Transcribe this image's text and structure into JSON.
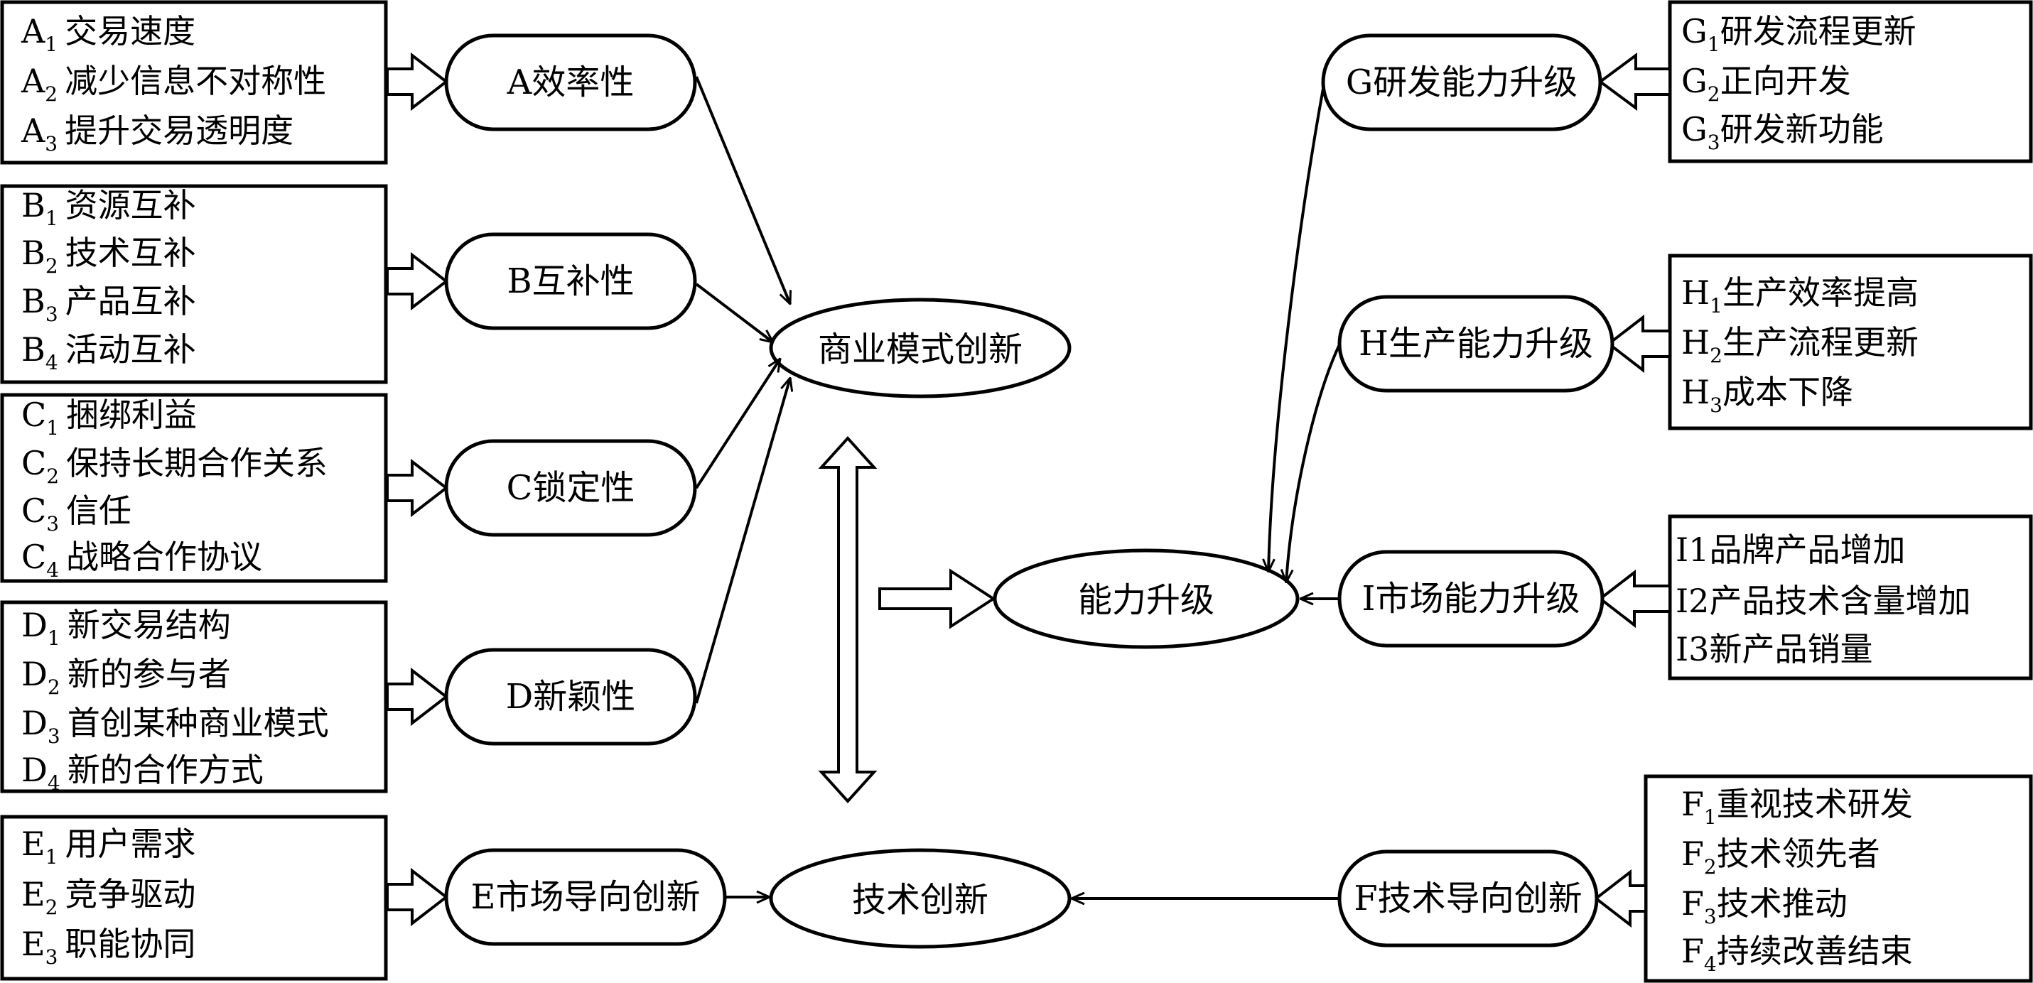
{
  "left_groups": [
    {
      "id": "A",
      "items": [
        {
          "prefix": "A",
          "sub": "1",
          "text": "交易速度"
        },
        {
          "prefix": "A",
          "sub": "2",
          "text": "减少信息不对称性"
        },
        {
          "prefix": "A",
          "sub": "3",
          "text": "提升交易透明度"
        }
      ],
      "node": "A效率性"
    },
    {
      "id": "B",
      "items": [
        {
          "prefix": "B",
          "sub": "1",
          "text": "资源互补"
        },
        {
          "prefix": "B",
          "sub": "2",
          "text": "技术互补"
        },
        {
          "prefix": "B",
          "sub": "3",
          "text": "产品互补"
        },
        {
          "prefix": "B",
          "sub": "4",
          "text": "活动互补"
        }
      ],
      "node": "B互补性"
    },
    {
      "id": "C",
      "items": [
        {
          "prefix": "C",
          "sub": "1",
          "text": "捆绑利益"
        },
        {
          "prefix": "C",
          "sub": "2",
          "text": "保持长期合作关系"
        },
        {
          "prefix": "C",
          "sub": "3",
          "text": "信任"
        },
        {
          "prefix": "C",
          "sub": "4",
          "text": "战略合作协议"
        }
      ],
      "node": "C锁定性"
    },
    {
      "id": "D",
      "items": [
        {
          "prefix": "D",
          "sub": "1",
          "text": "新交易结构"
        },
        {
          "prefix": "D",
          "sub": "2",
          "text": "新的参与者"
        },
        {
          "prefix": "D",
          "sub": "3",
          "text": "首创某种商业模式"
        },
        {
          "prefix": "D",
          "sub": "4",
          "text": "新的合作方式"
        }
      ],
      "node": "D新颖性"
    },
    {
      "id": "E",
      "items": [
        {
          "prefix": "E",
          "sub": "1",
          "text": "用户需求"
        },
        {
          "prefix": "E",
          "sub": "2",
          "text": "竞争驱动"
        },
        {
          "prefix": "E",
          "sub": "3",
          "text": "职能协同"
        }
      ],
      "node": "E市场导向创新"
    }
  ],
  "right_groups": [
    {
      "id": "G",
      "items": [
        {
          "prefix": "G",
          "sub": "1",
          "text": "研发流程更新"
        },
        {
          "prefix": "G",
          "sub": "2",
          "text": "正向开发"
        },
        {
          "prefix": "G",
          "sub": "3",
          "text": "研发新功能"
        }
      ],
      "node": "G研发能力升级"
    },
    {
      "id": "H",
      "items": [
        {
          "prefix": "H",
          "sub": "1",
          "text": "生产效率提高"
        },
        {
          "prefix": "H",
          "sub": "2",
          "text": "生产流程更新"
        },
        {
          "prefix": "H",
          "sub": "3",
          "text": "成本下降"
        }
      ],
      "node": "H生产能力升级"
    },
    {
      "id": "I",
      "items": [
        {
          "prefix": "I1",
          "sub": "",
          "text": "品牌产品增加"
        },
        {
          "prefix": "I2",
          "sub": "",
          "text": "产品技术含量增加"
        },
        {
          "prefix": "I3",
          "sub": "",
          "text": "新产品销量"
        }
      ],
      "node": "I市场能力升级"
    },
    {
      "id": "F",
      "items": [
        {
          "prefix": "F",
          "sub": "1",
          "text": "重视技术研发"
        },
        {
          "prefix": "F",
          "sub": "2",
          "text": "技术领先者"
        },
        {
          "prefix": "F",
          "sub": "3",
          "text": "技术推动"
        },
        {
          "prefix": "F",
          "sub": "4",
          "text": "持续改善结束"
        }
      ],
      "node": "F技术导向创新"
    }
  ],
  "central": {
    "business_model": "商业模式创新",
    "capability": "能力升级",
    "technology": "技术创新"
  }
}
